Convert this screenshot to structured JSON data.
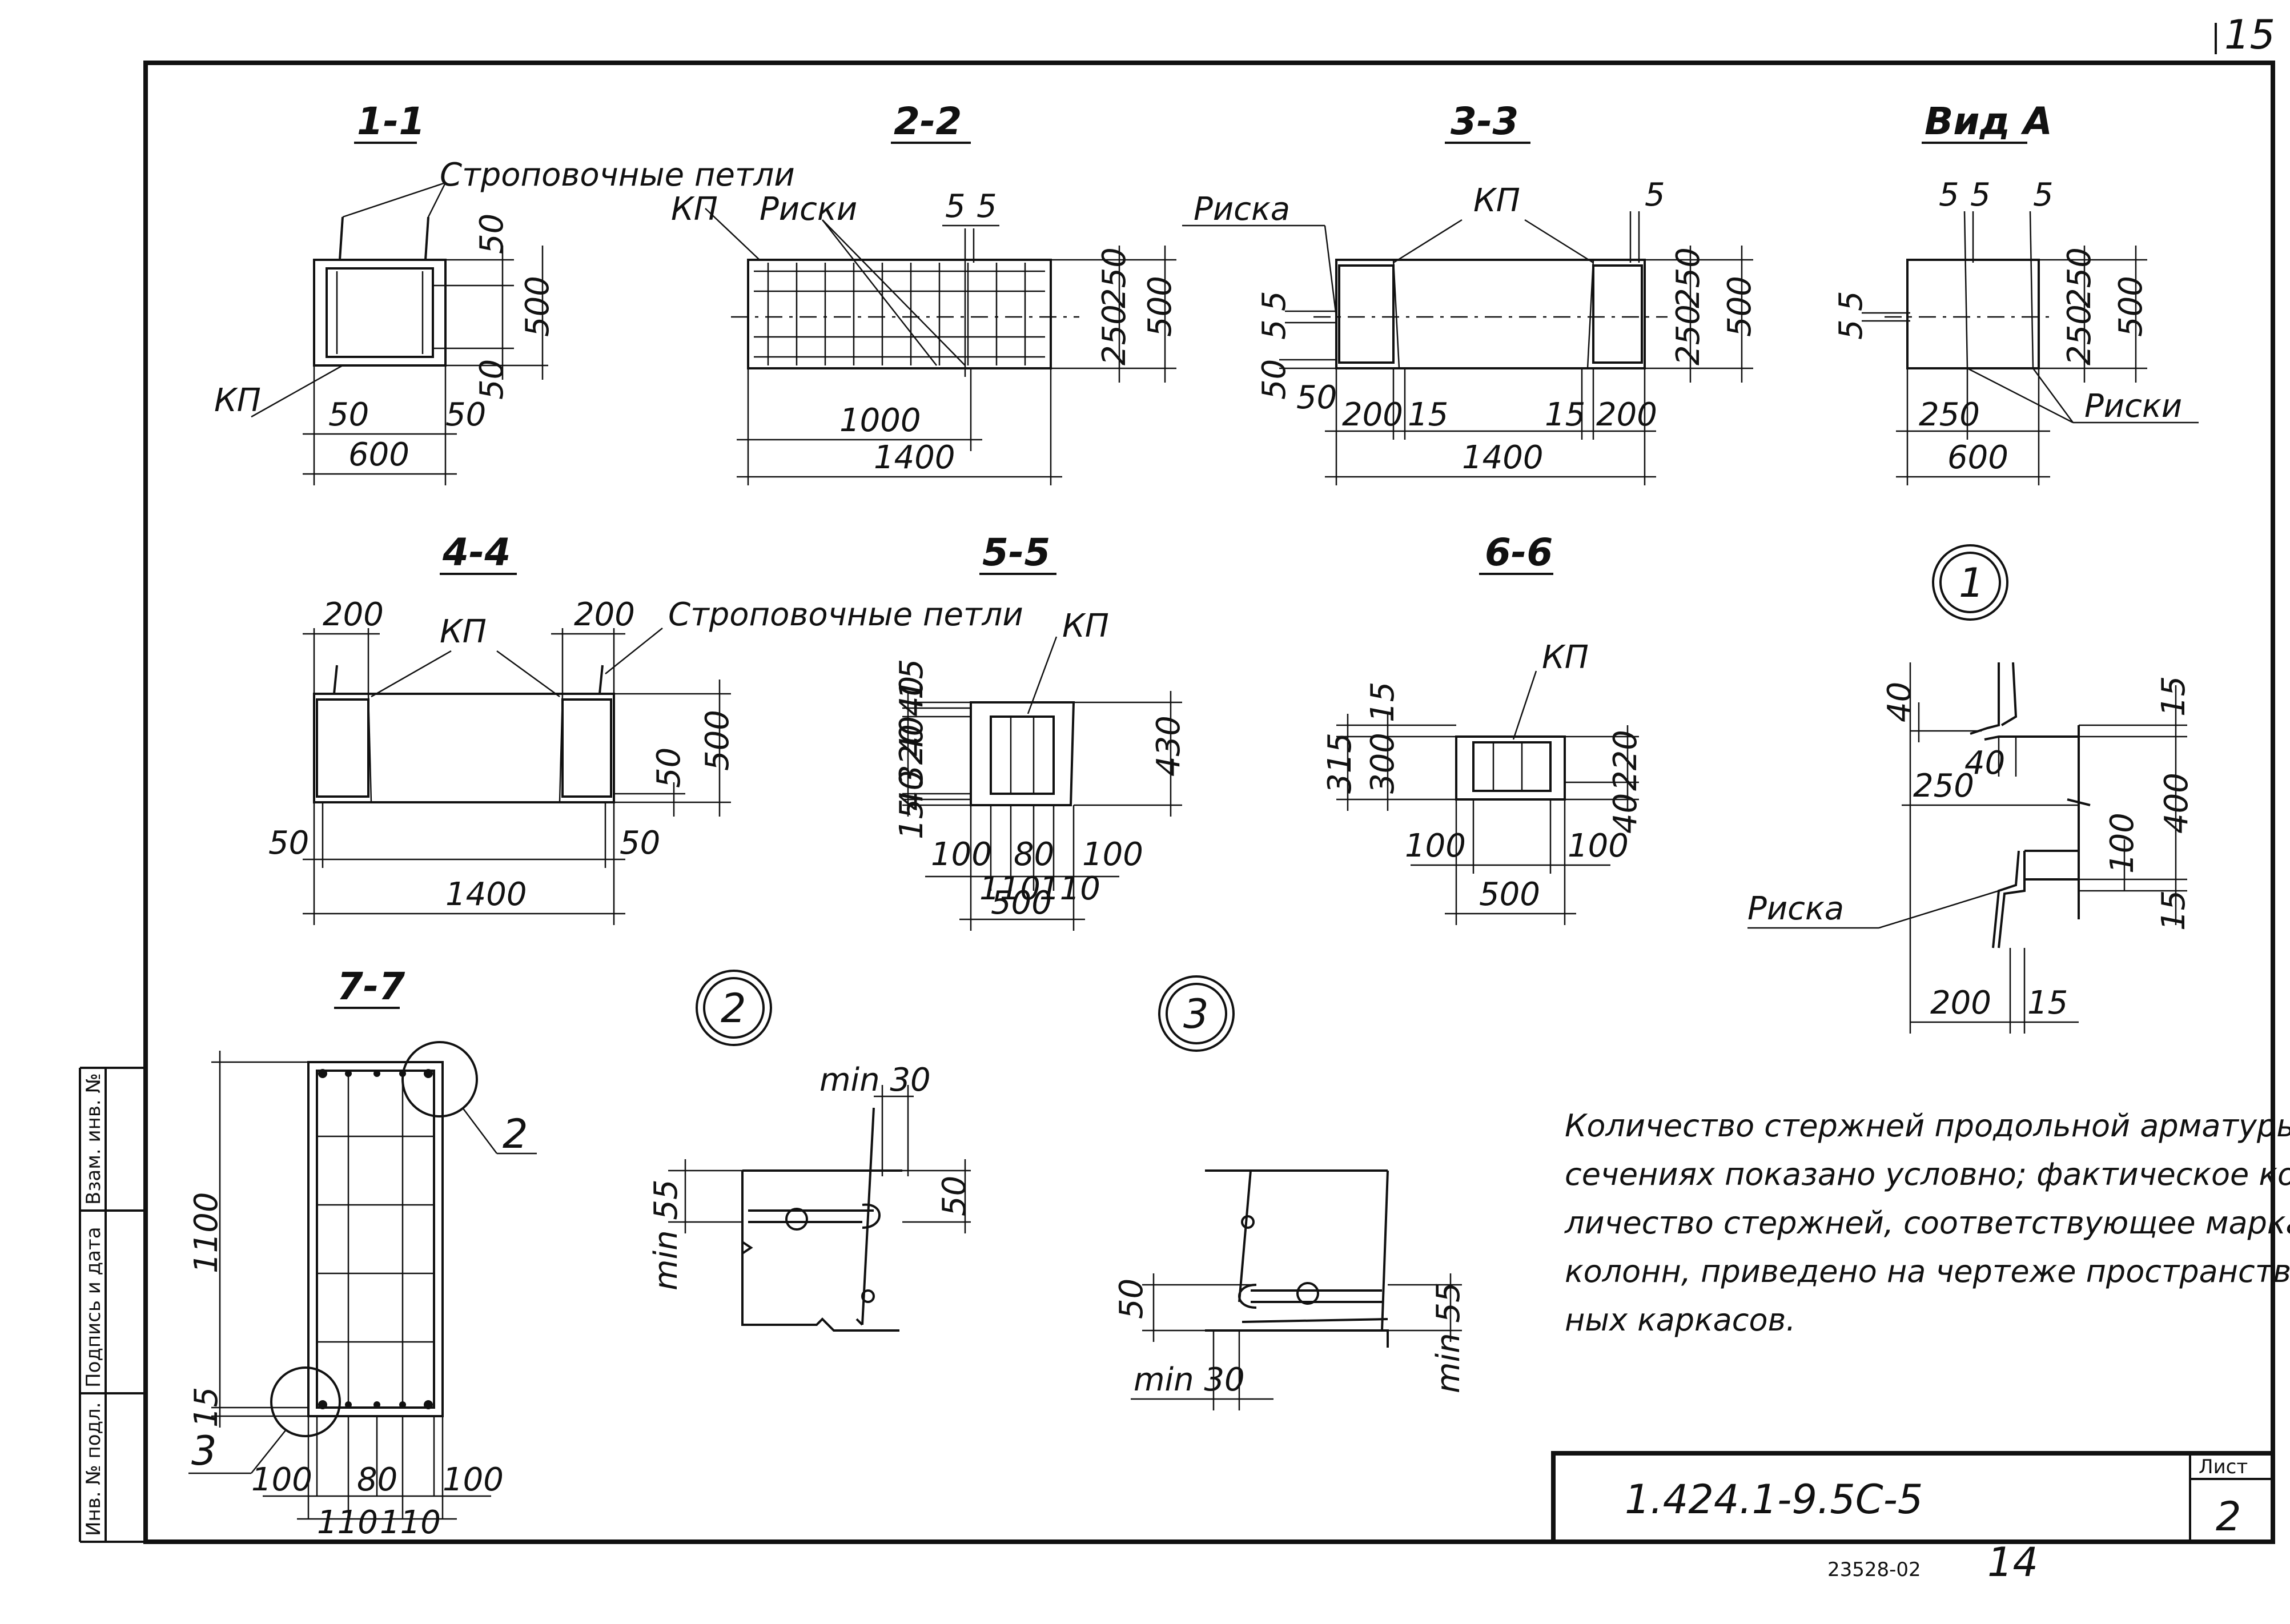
{
  "page_number": "15",
  "sections": {
    "s11": {
      "title": "1-1",
      "loops_label": "Строповочные петли",
      "kp_label": "КП",
      "dims": [
        "50",
        "500",
        "50",
        "50",
        "50",
        "600"
      ]
    },
    "s22": {
      "title": "2-2",
      "kp_label": "КП",
      "marks_label": "Риски",
      "dims": [
        "5",
        "5",
        "250",
        "250",
        "500",
        "1000",
        "1400"
      ]
    },
    "s33": {
      "title": "3-3",
      "mark_label": "Риска",
      "kp_label": "КП",
      "dims": [
        "5",
        "5",
        "5",
        "250",
        "250",
        "500",
        "50",
        "50",
        "200",
        "15",
        "15",
        "200",
        "1400"
      ]
    },
    "vidA": {
      "title": "Вид А",
      "dims": [
        "5",
        "5",
        "5",
        "5",
        "5",
        "250",
        "250",
        "500",
        "250",
        "600"
      ],
      "marks_label": "Риски"
    },
    "s44": {
      "title": "4-4",
      "dims": [
        "200",
        "200",
        "500",
        "50",
        "50",
        "50",
        "1400"
      ],
      "kp_label": "КП",
      "loops_label": "Строповочные петли"
    },
    "s55": {
      "title": "5-5",
      "kp_label": "КП",
      "dims": [
        "40",
        "15",
        "40",
        "320",
        "15",
        "40",
        "430",
        "100",
        "80",
        "100",
        "110",
        "110",
        "500"
      ]
    },
    "s66": {
      "title": "6-6",
      "kp_label": "КП",
      "dims": [
        "15",
        "315",
        "300",
        "220",
        "40",
        "100",
        "100",
        "500"
      ]
    },
    "s77": {
      "title": "7-7",
      "dims": [
        "1100",
        "15",
        "100",
        "80",
        "100",
        "110",
        "110"
      ],
      "callout_2": "2",
      "callout_3": "3"
    },
    "node1": {
      "number": "1",
      "dims": [
        "40",
        "40",
        "250",
        "15",
        "400",
        "100",
        "15",
        "200",
        "15"
      ],
      "mark_label": "Риска"
    },
    "node2": {
      "number": "2",
      "dims": [
        "min 30",
        "min 55",
        "50"
      ]
    },
    "node3": {
      "number": "3",
      "dims": [
        "50",
        "min 55",
        "min 30"
      ]
    }
  },
  "note_lines": [
    "Количество стержней продольной арматуры в",
    "сечениях показано условно; фактическое ко-",
    "личество стержней, соответствующее маркам",
    "колонн, приведено на чертеже пространствен-",
    "ных каркасов."
  ],
  "stamp_labels": [
    "Взам. инв. №",
    "Подпись и дата",
    "Инв. № подл."
  ],
  "title_block": {
    "code": "1.424.1-9.5С-5",
    "sheet_label": "Лист",
    "sheet_number": "2"
  },
  "footer": {
    "order": "23528-02",
    "page": "14"
  }
}
